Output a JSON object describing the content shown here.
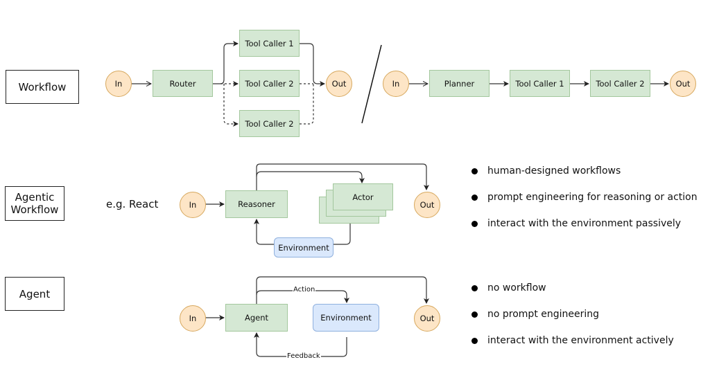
{
  "rows": {
    "workflow": {
      "label": "Workflow",
      "parallel": {
        "in": "In",
        "router": "Router",
        "tools": [
          "Tool Caller 1",
          "Tool Caller 2",
          "Tool Caller 2"
        ],
        "out": "Out"
      },
      "sequential": {
        "in": "In",
        "planner": "Planner",
        "tool1": "Tool Caller 1",
        "tool2": "Tool Caller 2",
        "out": "Out"
      }
    },
    "agentic_workflow": {
      "label_line1": "Agentic",
      "label_line2": "Workflow",
      "example": "e.g. React",
      "in": "In",
      "reasoner": "Reasoner",
      "actor": "Actor",
      "environment": "Environment",
      "out": "Out",
      "bullets": [
        "human-designed workflows",
        "prompt engineering for reasoning or action",
        "interact with the environment passively"
      ]
    },
    "agent": {
      "label": "Agent",
      "in": "In",
      "agent": "Agent",
      "environment": "Environment",
      "out": "Out",
      "action_label": "Action",
      "feedback_label": "Feedback",
      "bullets": [
        "no workflow",
        "no prompt engineering",
        "interact with the environment actively"
      ]
    }
  }
}
